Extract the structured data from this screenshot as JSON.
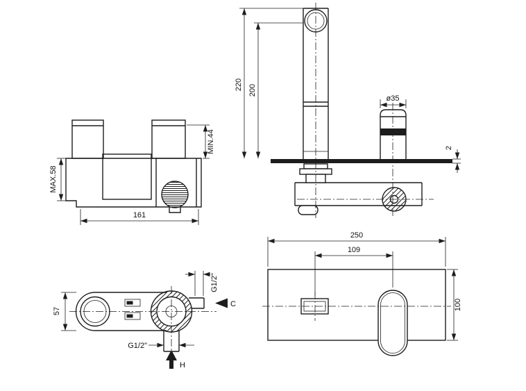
{
  "drawing": {
    "background": "#ffffff",
    "line_color": "#1d1d1d"
  },
  "views": {
    "side_body": {
      "dims": {
        "depth_max": "MAX.58",
        "depth_min": "MIN.44",
        "width": "161"
      }
    },
    "front_faucet": {
      "dims": {
        "total_height": "220",
        "spout_height": "200",
        "handle_diameter": "ø35",
        "plate_thickness": "2"
      }
    },
    "top_body": {
      "dims": {
        "depth": "57",
        "side_thread": "G1/2\"",
        "bottom_thread": "G1/2\""
      },
      "labels": {
        "cold_inlet": "C",
        "hot_inlet": "H"
      }
    },
    "front_plate": {
      "dims": {
        "plate_width": "250",
        "spout_to_handle": "109",
        "plate_height": "100"
      }
    }
  }
}
